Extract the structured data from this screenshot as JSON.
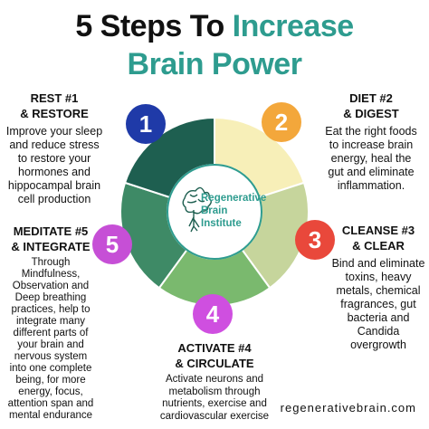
{
  "title": {
    "line1_part1": "5 Steps To ",
    "line1_part2": "Increase",
    "line2": "Brain Power"
  },
  "center_logo": {
    "line1": "Regenerative",
    "line2": "Brain",
    "line3": "Institute",
    "icon": "brain-tree-icon"
  },
  "steps": [
    {
      "number": "1",
      "heading1": "REST #1",
      "heading2": "& RESTORE",
      "desc": [
        "Improve your sleep",
        "and reduce stress",
        "to restore your",
        "hormones and",
        "hippocampal brain",
        "cell production"
      ],
      "color": "#1f3aa8",
      "segment_color": "#1e5f50"
    },
    {
      "number": "2",
      "heading1": "DIET #2",
      "heading2": "& DIGEST",
      "desc": [
        "Eat the right foods",
        "to increase brain",
        "energy, heal the",
        "gut and eliminate",
        "inflammation."
      ],
      "color": "#f3a73b",
      "segment_color": "#f7efb8"
    },
    {
      "number": "3",
      "heading1": "CLEANSE #3",
      "heading2": "& CLEAR",
      "desc": [
        "Bind and eliminate",
        "toxins, heavy",
        "metals, chemical",
        "fragrances, gut",
        "bacteria and",
        "Candida",
        "overgrowth"
      ],
      "color": "#e9483b",
      "segment_color": "#c6d59c"
    },
    {
      "number": "4",
      "heading1": "ACTIVATE #4",
      "heading2": "& CIRCULATE",
      "desc": [
        "Activate neurons and",
        "metabolism through",
        "nutrients, exercise and",
        "cardiovascular exercise"
      ],
      "color": "#cf4fe0",
      "segment_color": "#7ab96e"
    },
    {
      "number": "5",
      "heading1": "MEDITATE #5",
      "heading2": "& INTEGRATE",
      "desc": [
        "Through",
        "Mindfulness,",
        "Observation and",
        "Deep breathing",
        "practices, help to",
        "integrate many",
        "different parts of",
        "your brain and",
        "nervous system",
        "into one complete",
        "being, for more",
        "energy, focus,",
        "attention span and",
        "mental endurance"
      ],
      "color": "#c64fd6",
      "segment_color": "#3e8a66"
    }
  ],
  "footer": "regenerativebrain.com"
}
